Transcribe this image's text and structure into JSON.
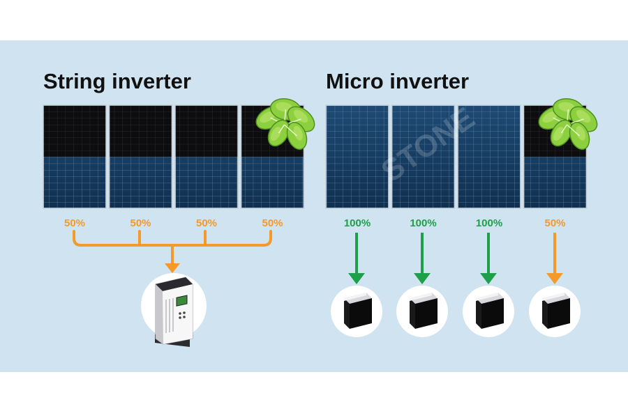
{
  "sections": {
    "string": {
      "title": "String inverter"
    },
    "micro": {
      "title": "Micro inverter"
    }
  },
  "string_panels": [
    {
      "output": "50%",
      "shaded": true,
      "leaves": false
    },
    {
      "output": "50%",
      "shaded": true,
      "leaves": false
    },
    {
      "output": "50%",
      "shaded": true,
      "leaves": false
    },
    {
      "output": "50%",
      "shaded": true,
      "leaves": true
    }
  ],
  "micro_panels": [
    {
      "output": "100%",
      "shaded": false,
      "leaves": false,
      "status": "full"
    },
    {
      "output": "100%",
      "shaded": false,
      "leaves": false,
      "status": "full"
    },
    {
      "output": "100%",
      "shaded": false,
      "leaves": false,
      "status": "full"
    },
    {
      "output": "50%",
      "shaded": true,
      "leaves": true,
      "status": "reduced"
    }
  ],
  "watermark": "STONE",
  "colors": {
    "background": "#cfe3f0",
    "orange": "#f39a2b",
    "green": "#1ea04a",
    "panel_blue": "#173a5e",
    "panel_dark": "#0d0d0f",
    "leaf": "#8ccf3f"
  },
  "icons": {
    "string_inverter": "string-inverter-icon",
    "micro_inverter": "micro-inverter-icon",
    "leaf": "leaf-cluster-icon"
  }
}
